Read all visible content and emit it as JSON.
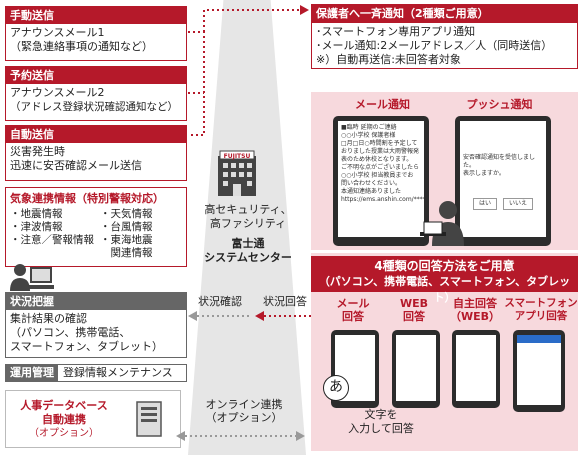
{
  "left": {
    "manual": {
      "title": "手動送信",
      "lines": [
        "アナウンスメール1",
        "（緊急連絡事項の通知など）"
      ]
    },
    "scheduled": {
      "title": "予約送信",
      "lines": [
        "アナウンスメール2",
        "（アドレス登録状況確認通知など）"
      ]
    },
    "auto": {
      "title": "自動送信",
      "lines": [
        "災害発生時",
        "迅速に安否確認メール送信"
      ]
    },
    "weather": {
      "title": "気象連携情報（特別警報対応）",
      "col1": [
        "・地震情報",
        "・津波情報",
        "・注意／警報情報"
      ],
      "col2": [
        "・天気情報",
        "・台風情報",
        "・東海地震",
        "　関連情報"
      ]
    },
    "status": {
      "title": "状況把握",
      "lines": [
        "集計結果の確認",
        "（パソコン、携帯電話、",
        "スマートフォン、タブレット）"
      ]
    },
    "ops": {
      "label": "運用管理",
      "value": "登録情報メンテナンス"
    },
    "hr": {
      "lines": [
        "人事データベース",
        "自動連携",
        "（オプション）"
      ]
    }
  },
  "center": {
    "logo": "FUJITSU",
    "lines1": [
      "高セキュリティ、",
      "高ファシリティ"
    ],
    "lines2": [
      "富士通",
      "システムセンター"
    ],
    "status_check": "状況確認",
    "status_reply": "状況回答",
    "online": [
      "オンライン連携",
      "（オプション）"
    ]
  },
  "right": {
    "notify": {
      "title": "保護者へ一斉通知（2種類ご用意）",
      "lines": [
        "･スマートフォン専用アプリ通知",
        "･メール通知:2メールアドレス／人（同時送信）",
        "※）自動再送信:未回答者対象"
      ]
    },
    "mail_label": "メール通知",
    "push_label": "プッシュ通知",
    "mail_screen": [
      "■臨時 延期のご連絡",
      "",
      "○○小学校 保護者様",
      "",
      "□月□日○時間割を予定して",
      "おりました授業は大雨警報発",
      "表のため休校となります。",
      "",
      "ご不明な点がございましたら",
      "○○小学校 担当教員までお",
      "問い合わせください。",
      "",
      "本通知連絡ありました",
      "",
      "https://ems.anshin.com/******/"
    ],
    "push_screen": [
      "安否確認通知を受信しました。",
      "表示しますか。"
    ],
    "push_buttons": [
      "はい",
      "いいえ"
    ],
    "answer_title": [
      "4種類の回答方法をご用意",
      "（パソコン、携帯電話、スマートフォン、タブレット）"
    ],
    "methods": [
      {
        "lines": [
          "メール",
          "回答"
        ]
      },
      {
        "lines": [
          "WEB",
          "回答"
        ]
      },
      {
        "lines": [
          "自主回答",
          "（WEB）"
        ]
      },
      {
        "lines": [
          "スマートフォン",
          "アプリ回答"
        ]
      }
    ],
    "a_char": "あ",
    "input_note": [
      "文字を",
      "入力して回答"
    ]
  },
  "colors": {
    "brand": "#b5192a",
    "pink": "#f7d9dd",
    "gray": "#666666",
    "band": "#e6e6e6"
  }
}
